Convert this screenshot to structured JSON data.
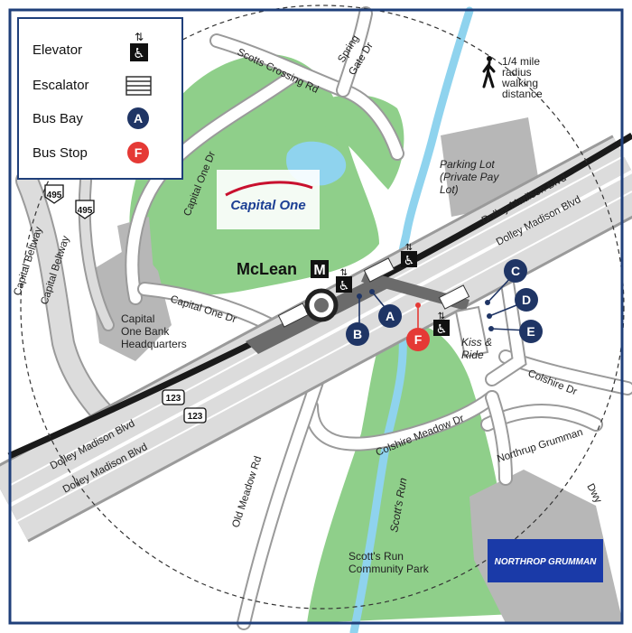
{
  "legend": {
    "elevator": "Elevator",
    "escalator": "Escalator",
    "bus_bay": "Bus Bay",
    "bus_stop": "Bus Stop",
    "bay_sample": "A",
    "stop_sample": "F"
  },
  "walking": {
    "line1": "1/4 mile",
    "line2": "radius",
    "line3": "walking",
    "line4": "distance"
  },
  "station": {
    "name": "McLean",
    "metro_symbol": "M"
  },
  "bus_bays": [
    "A",
    "B",
    "C",
    "D",
    "E"
  ],
  "bus_stop": "F",
  "roads": {
    "scotts_crossing": "Scotts Crossing Rd",
    "spring_gate_1": "Spring",
    "spring_gate_2": "Gate Dr",
    "capital_one_dr_north": "Capital One Dr",
    "capital_one_dr_south": "Capital One Dr",
    "capital_beltway_1": "Capital Beltway",
    "capital_beltway_2": "Capital Beltway",
    "dolley_madison_ne_1": "Dolley Madison Blvd",
    "dolley_madison_ne_2": "Dolley Madison Blvd",
    "dolley_madison_sw_1": "Dolley Madison Blvd",
    "dolley_madison_sw_2": "Dolley Madison Blvd",
    "colshire_meadow": "Colshire Meadow Dr",
    "colshire": "Colshire Dr",
    "old_meadow": "Old Meadow Rd",
    "northrup_grumman_1": "Northrup Grumman",
    "northrup_grumman_2": "Dwy",
    "route_495_a": "495",
    "route_495_b": "495",
    "route_123_a": "123",
    "route_123_b": "123"
  },
  "areas": {
    "parking_1": "Parking Lot",
    "parking_2": "(Private Pay",
    "parking_3": "Lot)",
    "capital_one_hq_1": "Capital",
    "capital_one_hq_2": "One Bank",
    "capital_one_hq_3": "Headquarters",
    "kiss_ride_1": "Kiss &",
    "kiss_ride_2": "Ride",
    "scotts_run": "Scott's Run",
    "scotts_run_park_1": "Scott's Run",
    "scotts_run_park_2": "Community Park"
  },
  "logos": {
    "capital_one": "Capital One",
    "northrop_grumman": "NORTHROP GRUMMAN"
  },
  "colors": {
    "border": "#1f3f7a",
    "park": "#8fcf8a",
    "water": "#8fd3ee",
    "road": "#dcdcdc",
    "road_outline": "#9a9a9a",
    "building": "#b7b7b7",
    "rail": "#1a1a1a",
    "bus_bay": "#1f3565",
    "bus_stop": "#e53935"
  }
}
